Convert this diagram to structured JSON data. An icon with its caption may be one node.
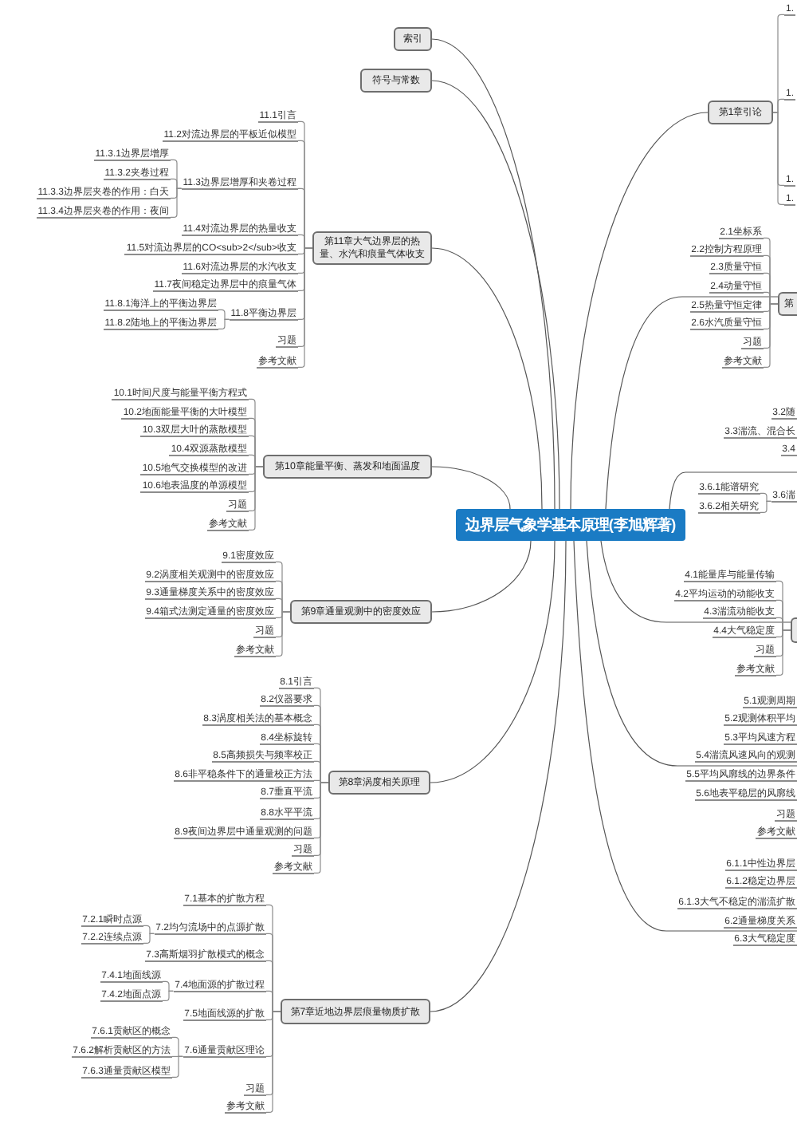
{
  "diagram": {
    "nodes": [
      {
        "text": [
          "边界层气象学基本原理(李旭辉著)"
        ]
      },
      {
        "text": [
          "索引"
        ]
      },
      {
        "text": [
          "符号与常数"
        ]
      },
      {
        "text": [
          "第1章引论"
        ]
      },
      {
        "text": [
          "1."
        ]
      },
      {
        "text": [
          "1."
        ]
      },
      {
        "text": [
          "1."
        ]
      },
      {
        "text": [
          "1."
        ]
      },
      {
        "text": [
          "第"
        ]
      },
      {
        "text": [
          "2.1坐标系"
        ]
      },
      {
        "text": [
          "2.2控制方程原理"
        ]
      },
      {
        "text": [
          "2.3质量守恒"
        ]
      },
      {
        "text": [
          "2.4动量守恒"
        ]
      },
      {
        "text": [
          "2.5热量守恒定律"
        ]
      },
      {
        "text": [
          "2.6水汽质量守恒"
        ]
      },
      {
        "text": [
          "习题"
        ]
      },
      {
        "text": [
          "参考文献"
        ]
      },
      {
        "text": [
          "3.2随"
        ]
      },
      {
        "text": [
          "3.3湍流、混合长"
        ]
      },
      {
        "text": [
          "3.4"
        ]
      },
      {
        "text": [
          "3.6湍"
        ]
      },
      {
        "text": [
          "3.6.1能谱研究"
        ]
      },
      {
        "text": [
          "3.6.2相关研究"
        ]
      },
      {
        "text": [],
        "shape": "box"
      },
      {
        "text": [
          "4.1能量库与能量传输"
        ]
      },
      {
        "text": [
          "4.2平均运动的动能收支"
        ]
      },
      {
        "text": [
          "4.3湍流动能收支"
        ]
      },
      {
        "text": [
          "4.4大气稳定度"
        ]
      },
      {
        "text": [
          "习题"
        ]
      },
      {
        "text": [
          "参考文献"
        ]
      },
      {
        "text": [
          "5.1观测周期"
        ]
      },
      {
        "text": [
          "5.2观测体积平均"
        ]
      },
      {
        "text": [
          "5.3平均风速方程"
        ]
      },
      {
        "text": [
          "5.4湍流风速风向的观测"
        ]
      },
      {
        "text": [
          "5.5平均风廓线的边界条件"
        ]
      },
      {
        "text": [
          "5.6地表平稳层的风廓线"
        ]
      },
      {
        "text": [
          "习题"
        ]
      },
      {
        "text": [
          "参考文献"
        ]
      },
      {
        "text": [
          "6.1.1中性边界层"
        ]
      },
      {
        "text": [
          "6.1.2稳定边界层"
        ]
      },
      {
        "text": [
          "6.1.3大气不稳定的湍流扩散"
        ]
      },
      {
        "text": [
          "6.2通量梯度关系"
        ]
      },
      {
        "text": [
          "6.3大气稳定度"
        ]
      },
      {
        "text": [
          "第7章近地边界层痕量物质扩散"
        ]
      },
      {
        "text": [
          "7.1基本的扩散方程"
        ]
      },
      {
        "text": [
          "7.2均匀流场中的点源扩散"
        ]
      },
      {
        "text": [
          "7.2.1瞬时点源"
        ]
      },
      {
        "text": [
          "7.2.2连续点源"
        ]
      },
      {
        "text": [
          "7.3高斯烟羽扩散模式的概念"
        ]
      },
      {
        "text": [
          "7.4地面源的扩散过程"
        ]
      },
      {
        "text": [
          "7.4.1地面线源"
        ]
      },
      {
        "text": [
          "7.4.2地面点源"
        ]
      },
      {
        "text": [
          "7.5地面线源的扩散"
        ]
      },
      {
        "text": [
          "7.6通量贡献区理论"
        ]
      },
      {
        "text": [
          "7.6.1贡献区的概念"
        ]
      },
      {
        "text": [
          "7.6.2解析贡献区的方法"
        ]
      },
      {
        "text": [
          "7.6.3通量贡献区模型"
        ]
      },
      {
        "text": [
          "习题"
        ]
      },
      {
        "text": [
          "参考文献"
        ]
      },
      {
        "text": [
          "第8章涡度相关原理"
        ]
      },
      {
        "text": [
          "8.1引言"
        ]
      },
      {
        "text": [
          "8.2仪器要求"
        ]
      },
      {
        "text": [
          "8.3涡度相关法的基本概念"
        ]
      },
      {
        "text": [
          "8.4坐标旋转"
        ]
      },
      {
        "text": [
          "8.5高频损失与频率校正"
        ]
      },
      {
        "text": [
          "8.6非平稳条件下的通量校正方法"
        ]
      },
      {
        "text": [
          "8.7垂直平流"
        ]
      },
      {
        "text": [
          "8.8水平平流"
        ]
      },
      {
        "text": [
          "8.9夜间边界层中通量观测的问题"
        ]
      },
      {
        "text": [
          "习题"
        ]
      },
      {
        "text": [
          "参考文献"
        ]
      },
      {
        "text": [
          "第9章通量观测中的密度效应"
        ]
      },
      {
        "text": [
          "9.1密度效应"
        ]
      },
      {
        "text": [
          "9.2涡度相关观测中的密度效应"
        ]
      },
      {
        "text": [
          "9.3通量梯度关系中的密度效应"
        ]
      },
      {
        "text": [
          "9.4箱式法测定通量的密度效应"
        ]
      },
      {
        "text": [
          "习题"
        ]
      },
      {
        "text": [
          "参考文献"
        ]
      },
      {
        "text": [
          "第10章能量平衡、蒸发和地面温度"
        ]
      },
      {
        "text": [
          "10.1时间尺度与能量平衡方程式"
        ]
      },
      {
        "text": [
          "10.2地面能量平衡的大叶模型"
        ]
      },
      {
        "text": [
          "10.3双层大叶的蒸散模型"
        ]
      },
      {
        "text": [
          "10.4双源蒸散模型"
        ]
      },
      {
        "text": [
          "10.5地气交换模型的改进"
        ]
      },
      {
        "text": [
          "10.6地表温度的单源模型"
        ]
      },
      {
        "text": [
          "习题"
        ]
      },
      {
        "text": [
          "参考文献"
        ]
      },
      {
        "text": [
          "第11章大气边界层的热量、水汽和痕量气体收支"
        ]
      },
      {
        "text": [
          "11.1引言"
        ]
      },
      {
        "text": [
          "11.2对流边界层的平板近似模型"
        ]
      },
      {
        "text": [
          "11.3边界层增厚和夹卷过程"
        ]
      },
      {
        "text": [
          "11.3.1边界层增厚"
        ]
      },
      {
        "text": [
          "11.3.2夹卷过程"
        ]
      },
      {
        "text": [
          "11.3.3边界层夹卷的作用：白天"
        ]
      },
      {
        "text": [
          "11.3.4边界层夹卷的作用：夜间"
        ]
      },
      {
        "text": [
          "11.4对流边界层的热量收支"
        ]
      },
      {
        "text": [
          "11.5对流边界层的CO<sub>2</sub>收支"
        ]
      },
      {
        "text": [
          "11.6对流边界层的水汽收支"
        ]
      },
      {
        "text": [
          "11.7夜间稳定边界层中的痕量气体"
        ]
      },
      {
        "text": [
          "11.8平衡边界层"
        ]
      },
      {
        "text": [
          "11.8.1海洋上的平衡边界层"
        ]
      },
      {
        "text": [
          "11.8.2陆地上的平衡边界层"
        ]
      },
      {
        "text": [
          "习题"
        ]
      },
      {
        "text": [
          "参考文献"
        ]
      }
    ],
    "edges": [
      {
        "from": 0,
        "to": 1,
        "arrow": "none"
      },
      {
        "from": 0,
        "to": 2,
        "arrow": "none"
      },
      {
        "from": 0,
        "to": 3,
        "arrow": "none"
      },
      {
        "from": 0,
        "to": 8,
        "arrow": "none"
      },
      {
        "from": 0,
        "to": null,
        "arrow": "none"
      },
      {
        "from": 0,
        "to": 23,
        "arrow": "none"
      },
      {
        "from": 0,
        "to": null,
        "arrow": "none"
      },
      {
        "from": 0,
        "to": null,
        "arrow": "none"
      },
      {
        "from": 0,
        "to": 43,
        "arrow": "none"
      },
      {
        "from": 0,
        "to": 59,
        "arrow": "none"
      },
      {
        "from": 0,
        "to": 71,
        "arrow": "none"
      },
      {
        "from": 0,
        "to": 78,
        "arrow": "none"
      },
      {
        "from": 0,
        "to": 87,
        "arrow": "none"
      },
      {
        "from": 3,
        "to": 4,
        "arrow": "none"
      },
      {
        "from": 3,
        "to": 5,
        "arrow": "none"
      },
      {
        "from": 3,
        "to": 6,
        "arrow": "none"
      },
      {
        "from": 3,
        "to": 7,
        "arrow": "none"
      },
      {
        "from": 8,
        "to": 9,
        "arrow": "none"
      },
      {
        "from": 8,
        "to": 10,
        "arrow": "none"
      },
      {
        "from": 8,
        "to": 11,
        "arrow": "none"
      },
      {
        "from": 8,
        "to": 12,
        "arrow": "none"
      },
      {
        "from": 8,
        "to": 13,
        "arrow": "none"
      },
      {
        "from": 8,
        "to": 14,
        "arrow": "none"
      },
      {
        "from": 8,
        "to": 15,
        "arrow": "none"
      },
      {
        "from": 8,
        "to": 16,
        "arrow": "none"
      },
      {
        "from": 20,
        "to": 21,
        "arrow": "none"
      },
      {
        "from": 20,
        "to": 22,
        "arrow": "none"
      },
      {
        "from": 23,
        "to": 24,
        "arrow": "none"
      },
      {
        "from": 23,
        "to": 25,
        "arrow": "none"
      },
      {
        "from": 23,
        "to": 26,
        "arrow": "none"
      },
      {
        "from": 23,
        "to": 27,
        "arrow": "none"
      },
      {
        "from": 23,
        "to": 28,
        "arrow": "none"
      },
      {
        "from": 23,
        "to": 29,
        "arrow": "none"
      },
      {
        "from": 43,
        "to": 44,
        "arrow": "none"
      },
      {
        "from": 43,
        "to": 45,
        "arrow": "none"
      },
      {
        "from": 43,
        "to": 48,
        "arrow": "none"
      },
      {
        "from": 43,
        "to": 49,
        "arrow": "none"
      },
      {
        "from": 43,
        "to": 52,
        "arrow": "none"
      },
      {
        "from": 43,
        "to": 53,
        "arrow": "none"
      },
      {
        "from": 43,
        "to": 57,
        "arrow": "none"
      },
      {
        "from": 43,
        "to": 58,
        "arrow": "none"
      },
      {
        "from": 45,
        "to": 46,
        "arrow": "none"
      },
      {
        "from": 45,
        "to": 47,
        "arrow": "none"
      },
      {
        "from": 49,
        "to": 50,
        "arrow": "none"
      },
      {
        "from": 49,
        "to": 51,
        "arrow": "none"
      },
      {
        "from": 53,
        "to": 54,
        "arrow": "none"
      },
      {
        "from": 53,
        "to": 55,
        "arrow": "none"
      },
      {
        "from": 53,
        "to": 56,
        "arrow": "none"
      },
      {
        "from": 59,
        "to": 60,
        "arrow": "none"
      },
      {
        "from": 59,
        "to": 61,
        "arrow": "none"
      },
      {
        "from": 59,
        "to": 62,
        "arrow": "none"
      },
      {
        "from": 59,
        "to": 63,
        "arrow": "none"
      },
      {
        "from": 59,
        "to": 64,
        "arrow": "none"
      },
      {
        "from": 59,
        "to": 65,
        "arrow": "none"
      },
      {
        "from": 59,
        "to": 66,
        "arrow": "none"
      },
      {
        "from": 59,
        "to": 67,
        "arrow": "none"
      },
      {
        "from": 59,
        "to": 68,
        "arrow": "none"
      },
      {
        "from": 59,
        "to": 69,
        "arrow": "none"
      },
      {
        "from": 59,
        "to": 70,
        "arrow": "none"
      },
      {
        "from": 71,
        "to": 72,
        "arrow": "none"
      },
      {
        "from": 71,
        "to": 73,
        "arrow": "none"
      },
      {
        "from": 71,
        "to": 74,
        "arrow": "none"
      },
      {
        "from": 71,
        "to": 75,
        "arrow": "none"
      },
      {
        "from": 71,
        "to": 76,
        "arrow": "none"
      },
      {
        "from": 71,
        "to": 77,
        "arrow": "none"
      },
      {
        "from": 78,
        "to": 79,
        "arrow": "none"
      },
      {
        "from": 78,
        "to": 80,
        "arrow": "none"
      },
      {
        "from": 78,
        "to": 81,
        "arrow": "none"
      },
      {
        "from": 78,
        "to": 82,
        "arrow": "none"
      },
      {
        "from": 78,
        "to": 83,
        "arrow": "none"
      },
      {
        "from": 78,
        "to": 84,
        "arrow": "none"
      },
      {
        "from": 78,
        "to": 85,
        "arrow": "none"
      },
      {
        "from": 78,
        "to": 86,
        "arrow": "none"
      },
      {
        "from": 87,
        "to": 88,
        "arrow": "none"
      },
      {
        "from": 87,
        "to": 89,
        "arrow": "none"
      },
      {
        "from": 87,
        "to": 90,
        "arrow": "none"
      },
      {
        "from": 87,
        "to": 95,
        "arrow": "none"
      },
      {
        "from": 87,
        "to": 96,
        "arrow": "none"
      },
      {
        "from": 87,
        "to": 97,
        "arrow": "none"
      },
      {
        "from": 87,
        "to": 98,
        "arrow": "none"
      },
      {
        "from": 87,
        "to": 99,
        "arrow": "none"
      },
      {
        "from": 87,
        "to": 102,
        "arrow": "none"
      },
      {
        "from": 87,
        "to": 103,
        "arrow": "none"
      },
      {
        "from": 90,
        "to": 91,
        "arrow": "none"
      },
      {
        "from": 90,
        "to": 92,
        "arrow": "none"
      },
      {
        "from": 90,
        "to": 93,
        "arrow": "none"
      },
      {
        "from": 90,
        "to": 94,
        "arrow": "none"
      },
      {
        "from": 99,
        "to": 100,
        "arrow": "none"
      },
      {
        "from": 99,
        "to": 101,
        "arrow": "none"
      }
    ]
  }
}
